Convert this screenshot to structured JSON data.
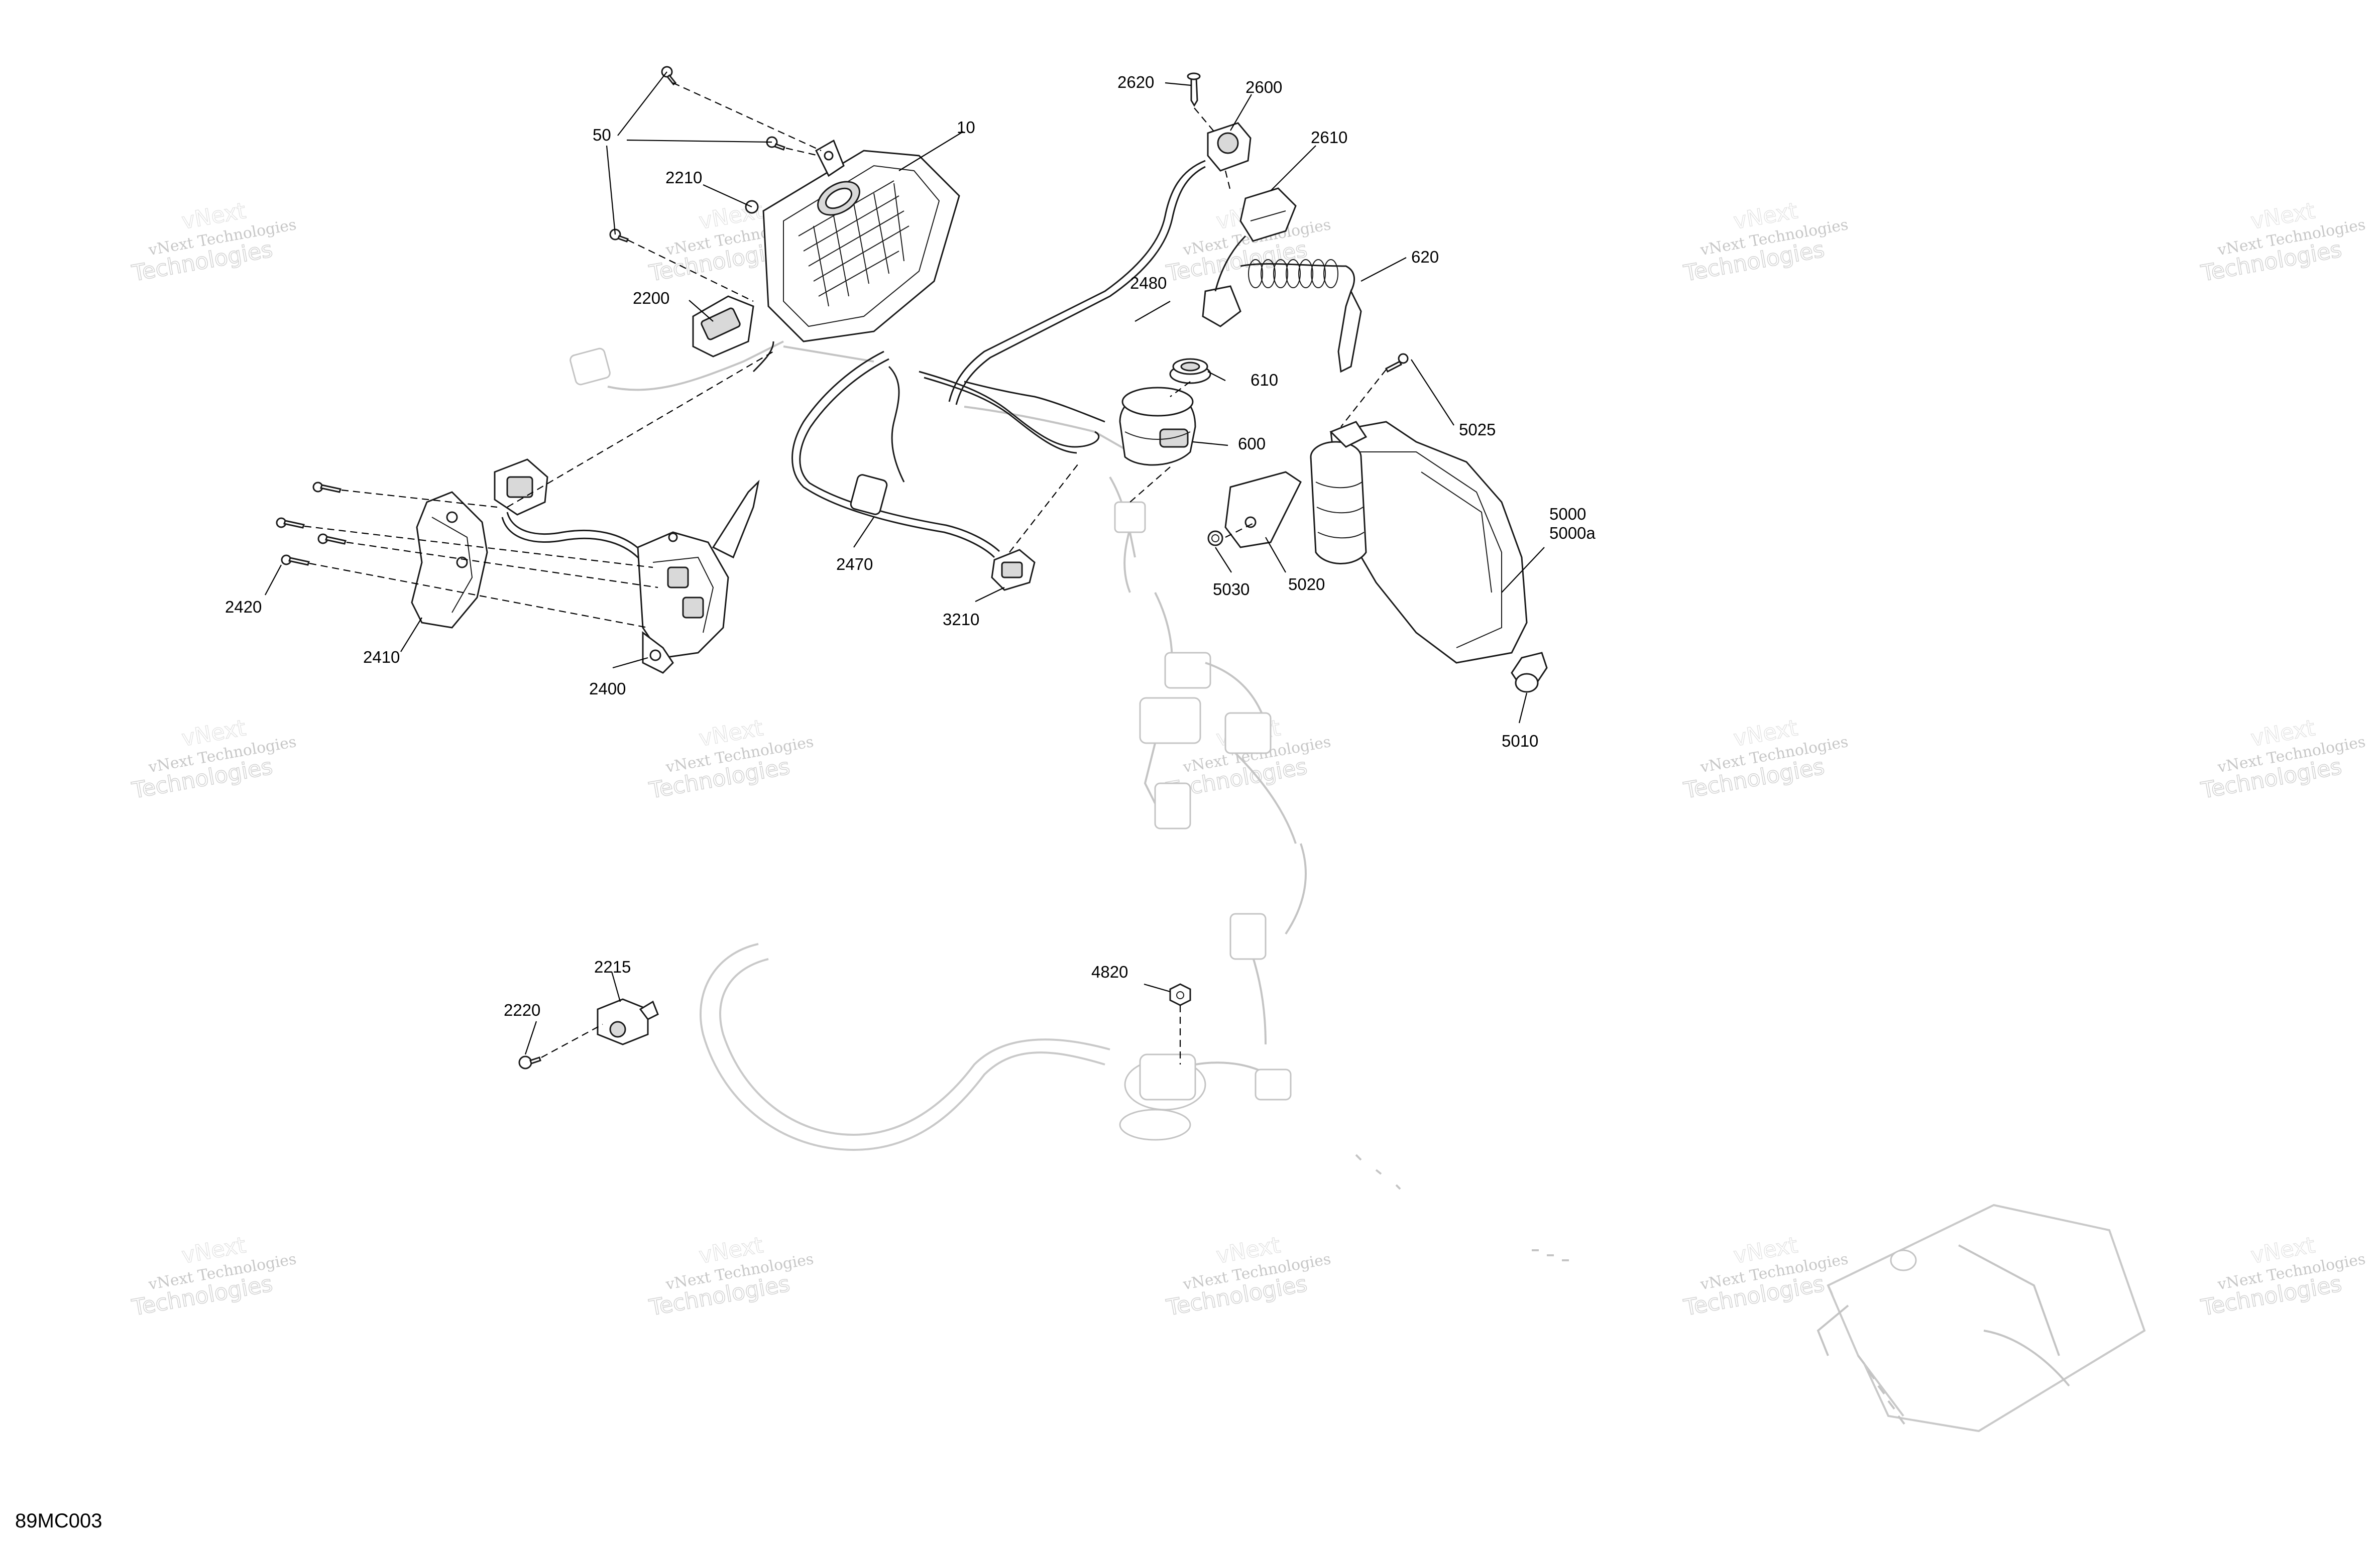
{
  "diagram": {
    "reference_code": "89MC003",
    "watermark": {
      "line1": "vNext Technologies",
      "line2": "Technologies",
      "back": "vNext"
    },
    "callouts": [
      {
        "id": "c10",
        "label": "10"
      },
      {
        "id": "c50",
        "label": "50"
      },
      {
        "id": "c2210",
        "label": "2210"
      },
      {
        "id": "c2200",
        "label": "2200"
      },
      {
        "id": "c2620",
        "label": "2620"
      },
      {
        "id": "c2600",
        "label": "2600"
      },
      {
        "id": "c2610",
        "label": "2610"
      },
      {
        "id": "c620",
        "label": "620"
      },
      {
        "id": "c2480",
        "label": "2480"
      },
      {
        "id": "c610",
        "label": "610"
      },
      {
        "id": "c600",
        "label": "600"
      },
      {
        "id": "c5025",
        "label": "5025"
      },
      {
        "id": "c5000",
        "label": "5000"
      },
      {
        "id": "c5000a",
        "label": "5000a"
      },
      {
        "id": "c5030",
        "label": "5030"
      },
      {
        "id": "c5020",
        "label": "5020"
      },
      {
        "id": "c5010",
        "label": "5010"
      },
      {
        "id": "c2470",
        "label": "2470"
      },
      {
        "id": "c3210",
        "label": "3210"
      },
      {
        "id": "c2420",
        "label": "2420"
      },
      {
        "id": "c2410",
        "label": "2410"
      },
      {
        "id": "c2400",
        "label": "2400"
      },
      {
        "id": "c2215",
        "label": "2215"
      },
      {
        "id": "c2220",
        "label": "2220"
      },
      {
        "id": "c4820",
        "label": "4820"
      }
    ]
  }
}
